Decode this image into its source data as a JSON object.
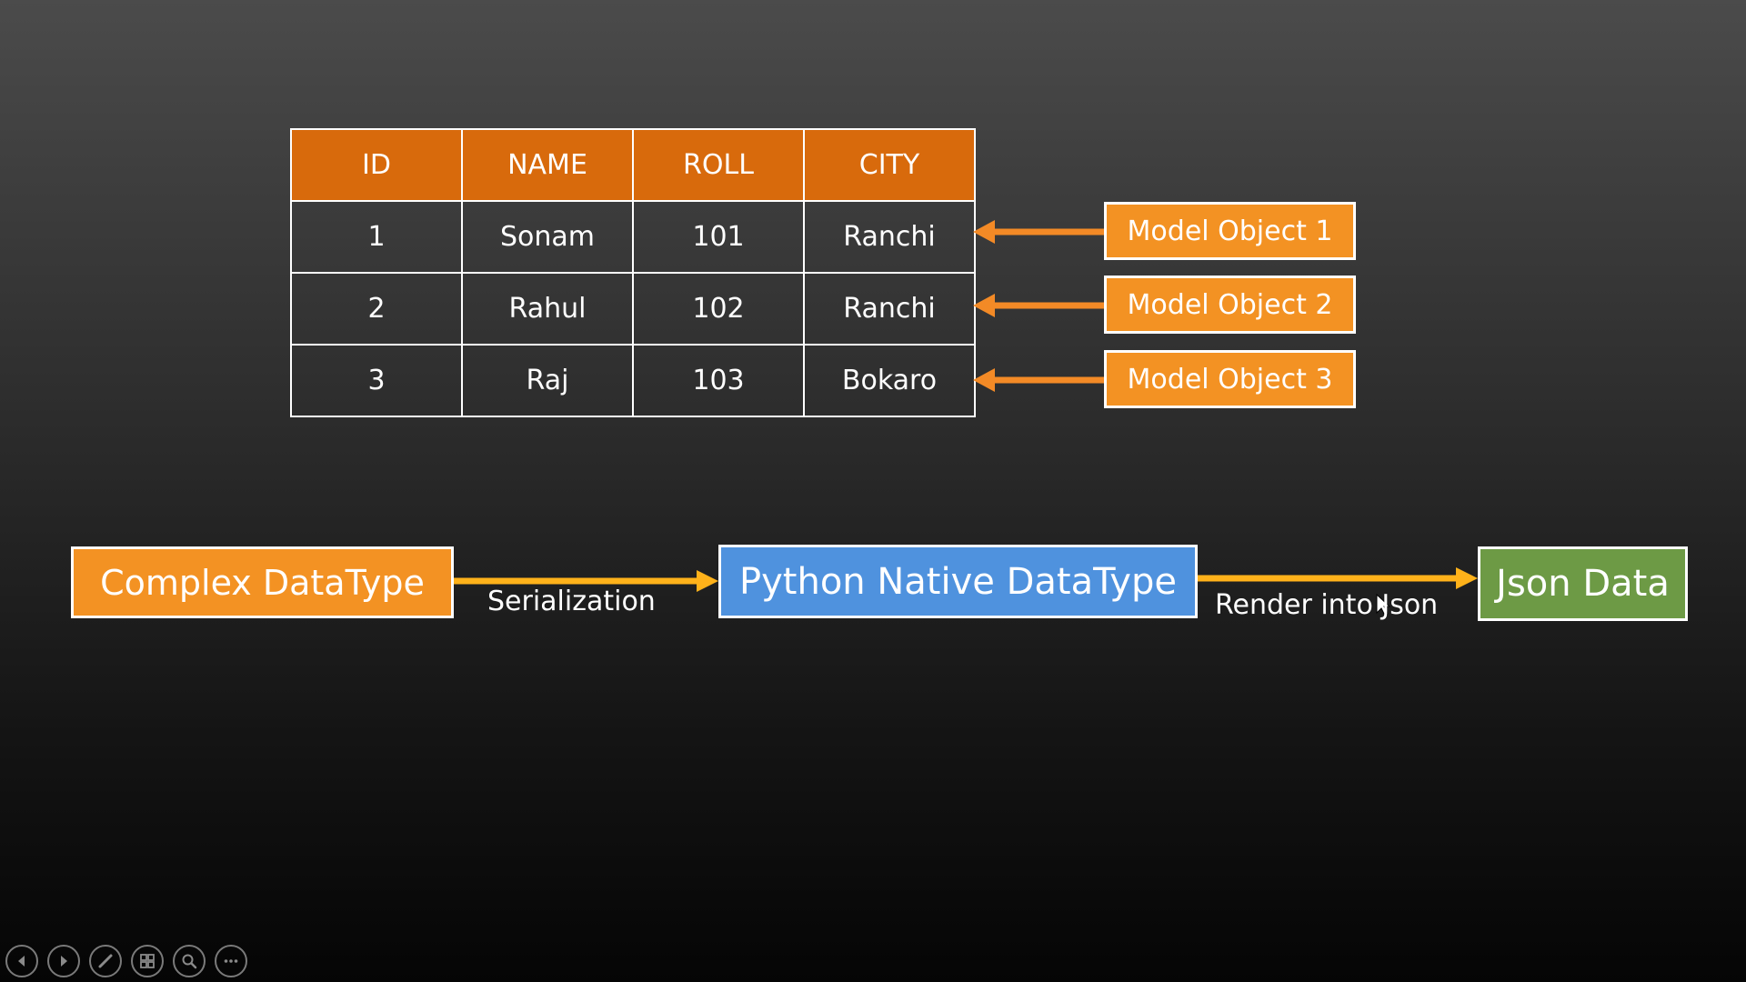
{
  "table": {
    "headers": [
      "ID",
      "NAME",
      "ROLL",
      "CITY"
    ],
    "rows": [
      [
        "1",
        "Sonam",
        "101",
        "Ranchi"
      ],
      [
        "2",
        "Rahul",
        "102",
        "Ranchi"
      ],
      [
        "3",
        "Raj",
        "103",
        "Bokaro"
      ]
    ]
  },
  "model_objects": [
    "Model Object 1",
    "Model Object 2",
    "Model Object 3"
  ],
  "flow": {
    "complex": "Complex DataType",
    "serialization": "Serialization",
    "python": "Python Native DataType",
    "render": "Render into Json",
    "json": "Json Data"
  },
  "colors": {
    "header_orange": "#d86a0c",
    "box_orange": "#f39223",
    "box_blue": "#4f92de",
    "box_green": "#6d9a45",
    "arrow_orange": "#f38a26",
    "arrow_yellow": "#ffb21a"
  },
  "controls": [
    {
      "icon": "previous-icon"
    },
    {
      "icon": "next-icon"
    },
    {
      "icon": "pen-icon"
    },
    {
      "icon": "slides-grid-icon"
    },
    {
      "icon": "zoom-icon"
    },
    {
      "icon": "more-icon"
    }
  ]
}
